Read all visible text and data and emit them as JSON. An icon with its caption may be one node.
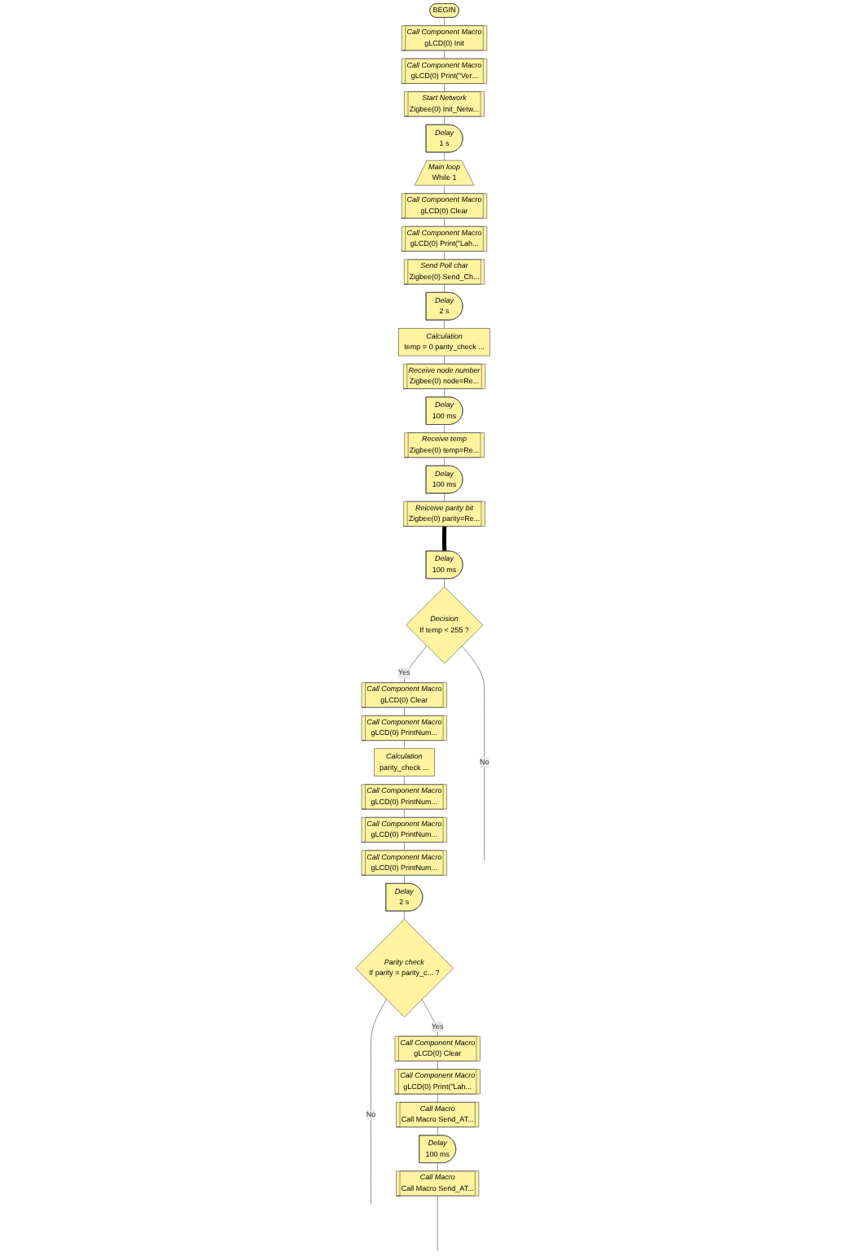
{
  "diagram": {
    "nodes": [
      {
        "text": [
          "BEGIN"
        ]
      },
      {
        "text": [
          "Call Component Macro",
          "gLCD(0) Init"
        ]
      },
      {
        "text": [
          "Call Component Macro",
          "gLCD(0) Print(\"Ver..."
        ]
      },
      {
        "text": [
          "Start Network",
          "Zigbee(0) Init_Netw..."
        ]
      },
      {
        "text": [
          "Delay",
          "1 s"
        ]
      },
      {
        "text": [
          "Main loop",
          "While 1"
        ]
      },
      {
        "text": [
          "Call Component Macro",
          "gLCD(0) Clear"
        ]
      },
      {
        "text": [
          "Call Component Macro",
          "gLCD(0) Print(\"Lah..."
        ]
      },
      {
        "text": [
          "Send Poll char",
          "Zigbee(0) Send_Ch..."
        ]
      },
      {
        "text": [
          "Delay",
          "2 s"
        ]
      },
      {
        "text": [
          "Calculation",
          "temp = 0 parity_check ..."
        ]
      },
      {
        "text": [
          "Receive node number",
          "Zigbee(0) node=Re..."
        ]
      },
      {
        "text": [
          "Delay",
          "100 ms"
        ]
      },
      {
        "text": [
          "Receive temp",
          "Zigbee(0) temp=Re..."
        ]
      },
      {
        "text": [
          "Delay",
          "100 ms"
        ]
      },
      {
        "text": [
          "Reiceive parity bit",
          "Zigbee(0) parity=Re..."
        ]
      },
      {
        "text": [
          "Delay",
          "100 ms"
        ]
      },
      {
        "text": [
          "Decision",
          "If temp < 255 ?"
        ]
      },
      {
        "text": [
          "Call Component Macro",
          "gLCD(0) Clear"
        ]
      },
      {
        "text": [
          "Call Component Macro",
          "gLCD(0) PrintNum..."
        ]
      },
      {
        "text": [
          "Calculation",
          "parity_check ..."
        ]
      },
      {
        "text": [
          "Call Component Macro",
          "gLCD(0) PrintNum..."
        ]
      },
      {
        "text": [
          "Call Component Macro",
          "gLCD(0) PrintNum..."
        ]
      },
      {
        "text": [
          "Call Component Macro",
          "gLCD(0) PrintNum..."
        ]
      },
      {
        "text": [
          "Delay",
          "2 s"
        ]
      },
      {
        "text": [
          "Parity check",
          "If parity = parity_c... ?"
        ]
      },
      {
        "text": [
          "Call Component Macro",
          "gLCD(0) Clear"
        ]
      },
      {
        "text": [
          "Call Component Macro",
          "gLCD(0) Print(\"Lah..."
        ]
      },
      {
        "text": [
          "Call Macro",
          "Call Macro Send_AT..."
        ]
      },
      {
        "text": [
          "Delay",
          "100 ms"
        ]
      },
      {
        "text": [
          "Call Macro",
          "Call Macro Send_AT..."
        ]
      }
    ],
    "edges": [
      {
        "from": 0,
        "to": 1,
        "arrow": "none"
      },
      {
        "from": 1,
        "to": 2,
        "arrow": "none"
      },
      {
        "from": 2,
        "to": 3,
        "arrow": "none"
      },
      {
        "from": 3,
        "to": 4,
        "arrow": "none"
      },
      {
        "from": 4,
        "to": 5,
        "arrow": "none"
      },
      {
        "from": 5,
        "to": 6,
        "arrow": "none"
      },
      {
        "from": 6,
        "to": 7,
        "arrow": "none"
      },
      {
        "from": 7,
        "to": 8,
        "arrow": "none"
      },
      {
        "from": 8,
        "to": 9,
        "arrow": "none"
      },
      {
        "from": 9,
        "to": 10,
        "arrow": "none"
      },
      {
        "from": 10,
        "to": 11,
        "arrow": "none"
      },
      {
        "from": 11,
        "to": 12,
        "arrow": "none"
      },
      {
        "from": 12,
        "to": 13,
        "arrow": "none"
      },
      {
        "from": 13,
        "to": 14,
        "arrow": "none"
      },
      {
        "from": 14,
        "to": 15,
        "arrow": "none"
      },
      {
        "from": 15,
        "to": 16,
        "arrow": "none",
        "style": "thick"
      },
      {
        "from": 16,
        "to": 17,
        "arrow": "none"
      },
      {
        "from": 17,
        "to": 18,
        "arrow": "none",
        "label": "Yes"
      },
      {
        "from": 17,
        "to": null,
        "arrow": "none",
        "label": "No"
      },
      {
        "from": 18,
        "to": 19,
        "arrow": "none"
      },
      {
        "from": 19,
        "to": 20,
        "arrow": "none"
      },
      {
        "from": 20,
        "to": 21,
        "arrow": "none"
      },
      {
        "from": 21,
        "to": 22,
        "arrow": "none"
      },
      {
        "from": 22,
        "to": 23,
        "arrow": "none"
      },
      {
        "from": 23,
        "to": 24,
        "arrow": "none"
      },
      {
        "from": 24,
        "to": 25,
        "arrow": "none"
      },
      {
        "from": 25,
        "to": 26,
        "arrow": "none",
        "label": "Yes"
      },
      {
        "from": 25,
        "to": null,
        "arrow": "none",
        "label": "No"
      },
      {
        "from": 26,
        "to": 27,
        "arrow": "none"
      },
      {
        "from": 27,
        "to": 28,
        "arrow": "none"
      },
      {
        "from": 28,
        "to": 29,
        "arrow": "none"
      },
      {
        "from": 29,
        "to": 30,
        "arrow": "none"
      },
      {
        "from": 30,
        "to": null,
        "arrow": "none"
      }
    ]
  }
}
